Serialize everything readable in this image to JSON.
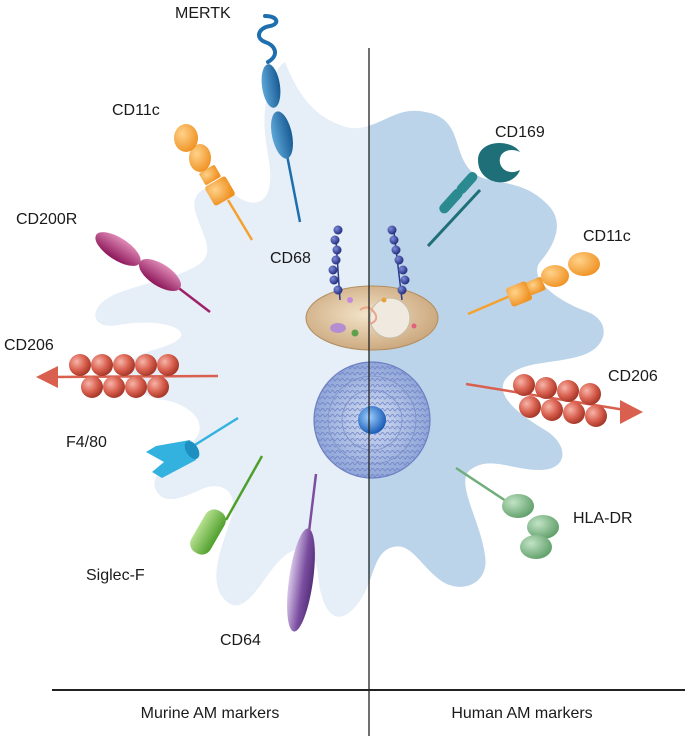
{
  "murine": {
    "mertk": "MERTK",
    "cd11c": "CD11c",
    "cd200r": "CD200R",
    "cd206": "CD206",
    "f480": "F4/80",
    "siglecf": "Siglec-F",
    "cd64": "CD64",
    "cd68": "CD68"
  },
  "human": {
    "cd169": "CD169",
    "cd11c": "CD11c",
    "cd206": "CD206",
    "hladr": "HLA-DR"
  },
  "footer": {
    "left": "Murine AM markers",
    "right": "Human AM markers"
  },
  "colors": {
    "murine_cell": "#e6eef7",
    "human_cell": "#bcd4e9",
    "mertk": "#1f6fae",
    "cd11c": "#f4a12e",
    "cd200r": "#a01f6a",
    "cd206": "#d9604f",
    "f480": "#33b2e0",
    "siglecf": "#6cbf3e",
    "cd64": "#7b4ea0",
    "cd68": "#2a3a8c",
    "cd169": "#1f6f78",
    "hladr": "#6fae7a"
  }
}
